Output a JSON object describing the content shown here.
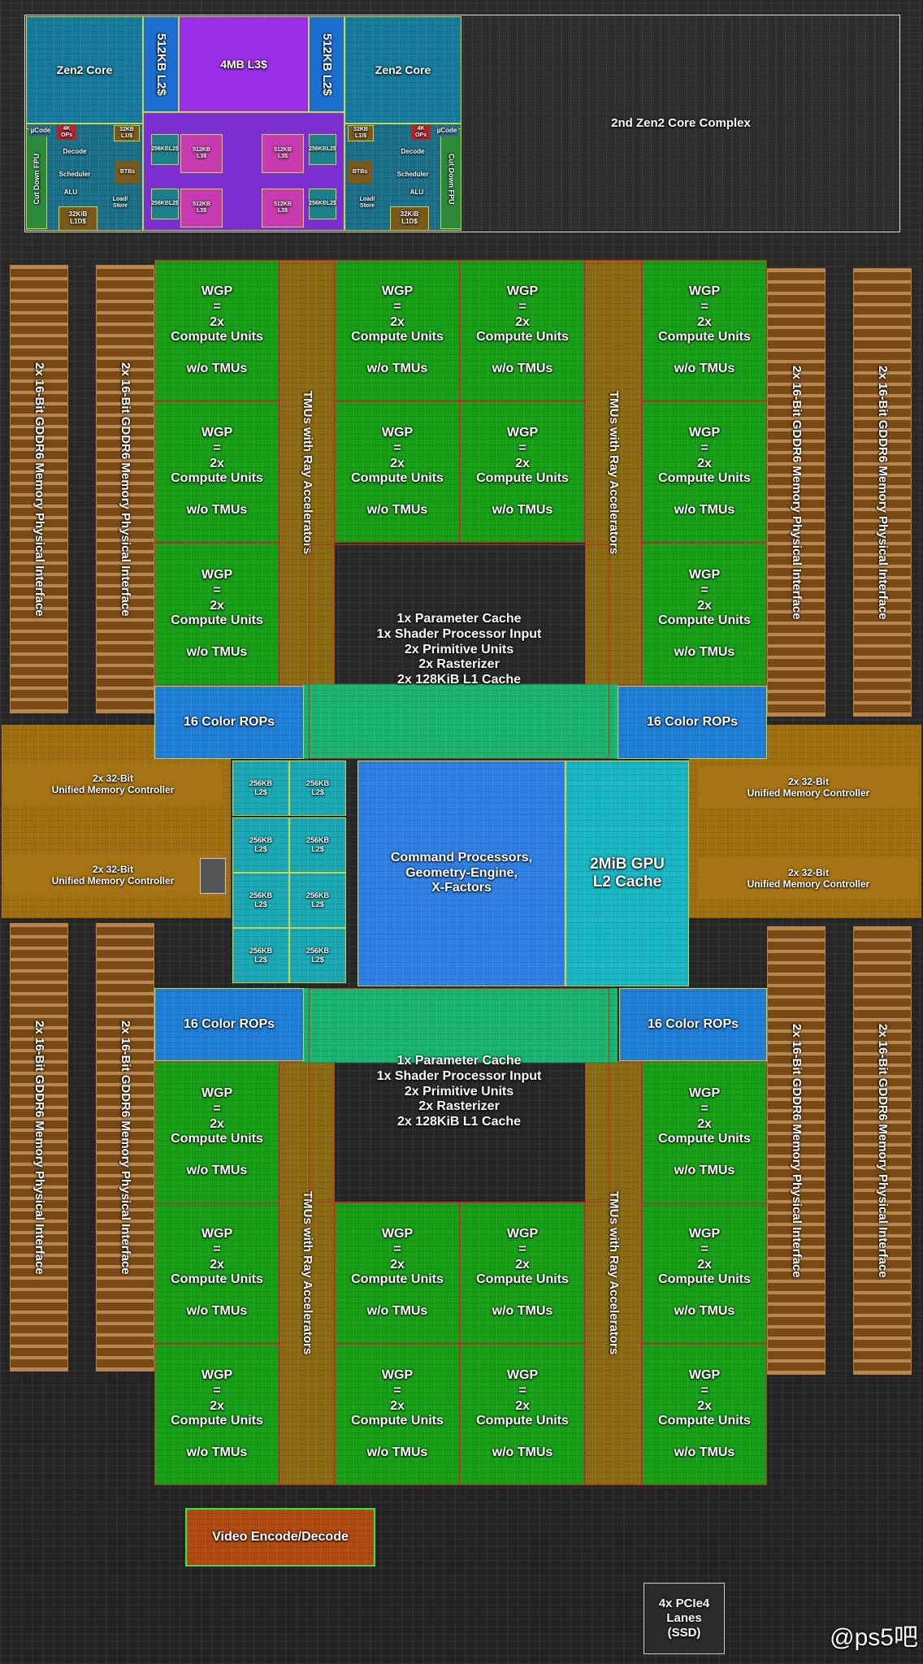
{
  "cpu": {
    "zen2_core": "Zen2 Core",
    "l2": "512KB L2$",
    "l3": "4MB L3$",
    "l2_small": [
      "256KB",
      "L2$"
    ],
    "l3_small": [
      "512KB",
      "L3$"
    ],
    "ucode": "µCode",
    "ops": [
      "4K",
      "OPs"
    ],
    "l1i": [
      "32KB",
      "L1I$"
    ],
    "decode": "Decode",
    "btbs": "BTBs",
    "scheduler": "Scheduler",
    "alu": "ALU",
    "load_store": [
      "Load/",
      "Store"
    ],
    "l1d": [
      "32KiB",
      "L1D$"
    ],
    "fpu": "Cut Down FPU",
    "second_ccx": "2nd Zen2 Core Complex"
  },
  "gpu": {
    "wgp": [
      "WGP",
      "=",
      "2x",
      "Compute Units",
      "w/o TMUs"
    ],
    "tmu": "TMUs with Ray Accelerators",
    "rops": "16 Color ROPs",
    "shader": [
      "1x Parameter Cache",
      "1x Shader Processor Input",
      "2x Primitive Units",
      "2x Rasterizer",
      "2x 128KiB L1 Cache"
    ],
    "gddr": "2x 16-Bit GDDR6 Memory Physical Interface",
    "umc": [
      "2x 32-Bit",
      "Unified Memory Controller"
    ],
    "l2_slice": [
      "256KB",
      "L2$"
    ],
    "command": [
      "Command Processors,",
      "Geometry-Engine,",
      "X-Factors"
    ],
    "l2": [
      "2MiB GPU",
      "L2 Cache"
    ]
  },
  "io": {
    "video": "Video Encode/Decode",
    "pcie": [
      "4x PCIe4",
      "Lanes",
      "(SSD)"
    ]
  },
  "watermark": "@ps5吧"
}
